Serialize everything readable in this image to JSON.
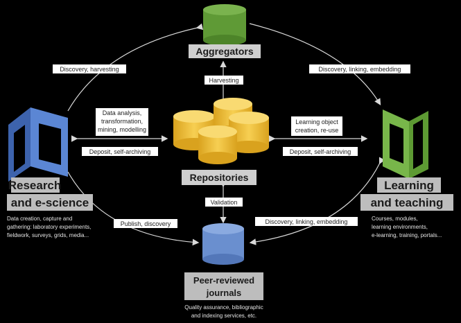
{
  "nodes": {
    "aggregators": "Aggregators",
    "repositories": "Repositories",
    "research": [
      "Research",
      "and e-science"
    ],
    "learning": [
      "Learning",
      "and teaching"
    ],
    "journals": [
      "Peer-reviewed",
      "journals"
    ]
  },
  "edges": {
    "discovery_harvesting": "Discovery, harvesting",
    "discovery_linking_embedding": "Discovery, linking, embedding",
    "harvesting": "Harvesting",
    "data_analysis": [
      "Data analysis,",
      "transformation,",
      "mining, modelling"
    ],
    "deposit_self_archiving_left": "Deposit, self-archiving",
    "learning_object": [
      "Learning object",
      "creation, re-use"
    ],
    "deposit_self_archiving_right": "Deposit, self-archiving",
    "validation": "Validation",
    "publish_discovery": "Publish, discovery",
    "discovery_linking_embedding_lower": "Discovery, linking, embedding"
  },
  "descriptions": {
    "research": [
      "Data creation, capture and",
      "gathering: laboratory experiments,",
      "fieldwork, surveys, grids, media..."
    ],
    "learning": [
      "Courses, modules,",
      "learning environments,",
      "e-learning, training, portals..."
    ],
    "journals": [
      "Quality assurance, bibliographic",
      "and indexing services, etc."
    ]
  },
  "colors": {
    "background": "#000000",
    "aggregators": "#5f9a36",
    "repositories": "#f3c23a",
    "journals": "#6a8fcf",
    "research": "#4f79c8",
    "learning": "#78b64a",
    "node_label": "#1b1b1b",
    "edge_label_bg": "#ffffff",
    "arrows": "#d9d9d9"
  }
}
